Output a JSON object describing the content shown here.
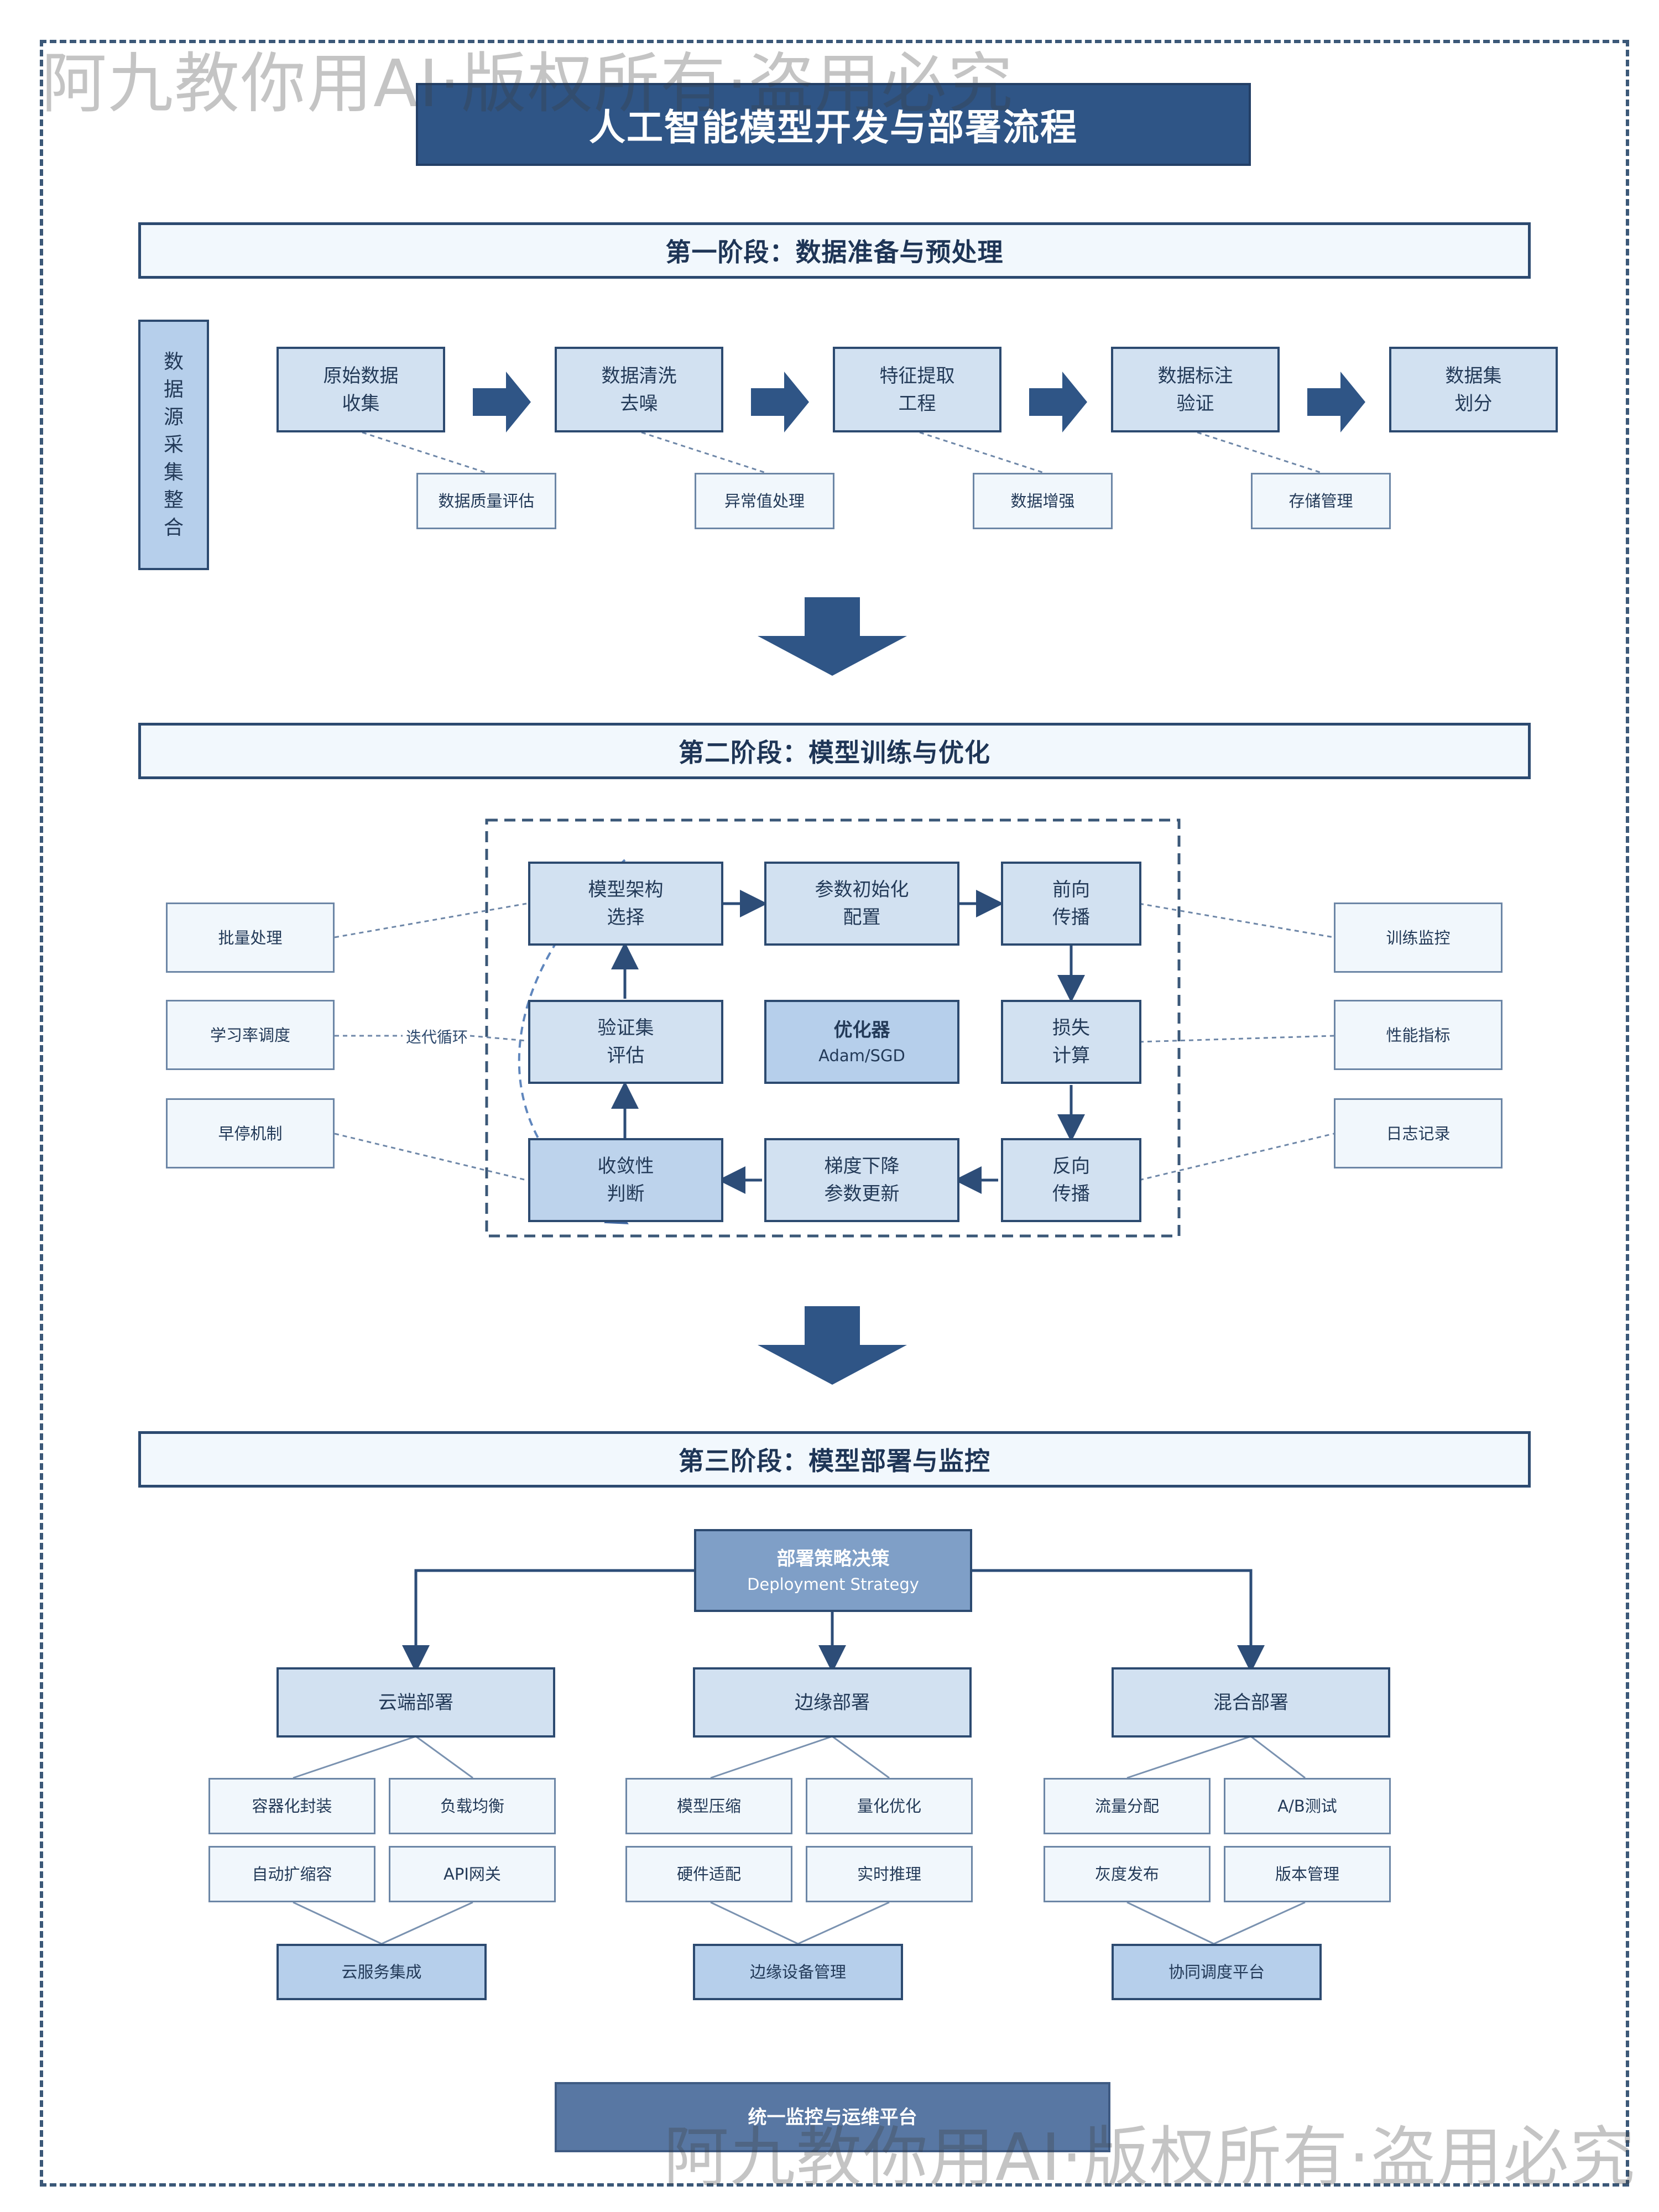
{
  "watermark": "阿九教你用AI·版权所有·盗用必究",
  "title": "人工智能模型开发与部署流程",
  "stage1": {
    "band": "第一阶段：数据准备与预处理",
    "side_label": [
      "数",
      "据",
      "源",
      "采",
      "集",
      "整",
      "合"
    ],
    "steps": [
      {
        "l1": "原始数据",
        "l2": "收集"
      },
      {
        "l1": "数据清洗",
        "l2": "去噪"
      },
      {
        "l1": "特征提取",
        "l2": "工程"
      },
      {
        "l1": "数据标注",
        "l2": "验证"
      },
      {
        "l1": "数据集",
        "l2": "划分"
      }
    ],
    "subs": [
      "数据质量评估",
      "异常值处理",
      "数据增强",
      "存储管理"
    ]
  },
  "stage2": {
    "band": "第二阶段：模型训练与优化",
    "nodes": {
      "arch": {
        "l1": "模型架构",
        "l2": "选择"
      },
      "init": {
        "l1": "参数初始化",
        "l2": "配置"
      },
      "forward": {
        "l1": "前向",
        "l2": "传播"
      },
      "val": {
        "l1": "验证集",
        "l2": "评估"
      },
      "optimizer": {
        "l1": "优化器",
        "l2": "Adam/SGD"
      },
      "loss": {
        "l1": "损失",
        "l2": "计算"
      },
      "converge": {
        "l1": "收敛性",
        "l2": "判断"
      },
      "grad": {
        "l1": "梯度下降",
        "l2": "参数更新"
      },
      "backward": {
        "l1": "反向",
        "l2": "传播"
      }
    },
    "left": [
      "批量处理",
      "学习率调度",
      "早停机制"
    ],
    "right": [
      "训练监控",
      "性能指标",
      "日志记录"
    ],
    "loop_label": "迭代循环"
  },
  "stage3": {
    "band": "第三阶段：模型部署与监控",
    "strategy": {
      "l1": "部署策略决策",
      "l2": "Deployment Strategy"
    },
    "branches": [
      {
        "name": "云端部署",
        "items": [
          "容器化封装",
          "负载均衡",
          "自动扩缩容",
          "API网关"
        ],
        "result": "云服务集成"
      },
      {
        "name": "边缘部署",
        "items": [
          "模型压缩",
          "量化优化",
          "硬件适配",
          "实时推理"
        ],
        "result": "边缘设备管理"
      },
      {
        "name": "混合部署",
        "items": [
          "流量分配",
          "A/B测试",
          "灰度发布",
          "版本管理"
        ],
        "result": "协同调度平台"
      }
    ],
    "platform": "统一监控与运维平台"
  },
  "colors": {
    "title_bg": "#2f5586",
    "arrow": "#2d4d78",
    "node_fill": "#d2e1f1",
    "strategy_fill": "#7f9fc7",
    "platform_fill": "#5877a3"
  }
}
